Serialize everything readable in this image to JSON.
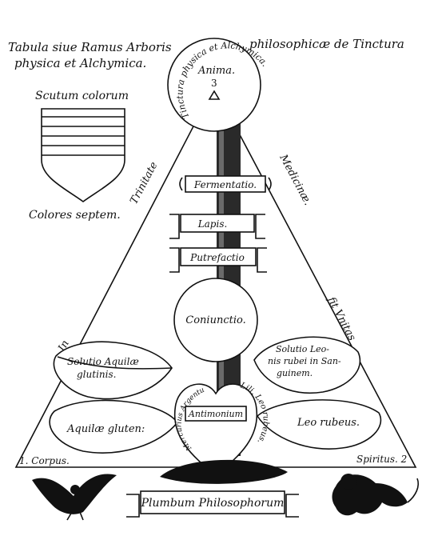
{
  "heading": {
    "left_line1": "Tabula siue Ramus Arboris",
    "left_line2": "physica et Alchymica.",
    "right": "philosophicæ de Tinctura"
  },
  "shield": {
    "title": "Scutum colorum",
    "caption": "Colores septem."
  },
  "top_circle": {
    "arc_text": "Tinctura physica et Alchymica.",
    "center_label": "Anima.",
    "center_number": "3"
  },
  "triangle_sides": {
    "left_upper": "Trinitate",
    "left_lower": "In",
    "right_upper": "Medicinæ.",
    "right_lower": "fit Vnitas"
  },
  "scrolls": {
    "fermentatio": "Fermentatio.",
    "lapis": "Lapis.",
    "putrefactio": "Putrefactio"
  },
  "middle_circle": {
    "label": "Coniunctio."
  },
  "leaves": {
    "upper_left": "Solutio Aquilæ glutinis.",
    "upper_right": "Solutio Leonis rubei in Sanguinem.",
    "lower_left": "Aquilæ gluten:",
    "lower_right": "Leo rubeus."
  },
  "heart": {
    "arc_left": "Mercurius Argentum viuum.",
    "arc_right": "Lili. Leo rubeus.",
    "center": "Antimonium"
  },
  "corners": {
    "left": "1. Corpus.",
    "right": "Spiritus. 2"
  },
  "bottom_banner": "Plumbum Philosophorum",
  "icons": {
    "eagle": "eagle-icon",
    "lion": "lion-icon"
  }
}
